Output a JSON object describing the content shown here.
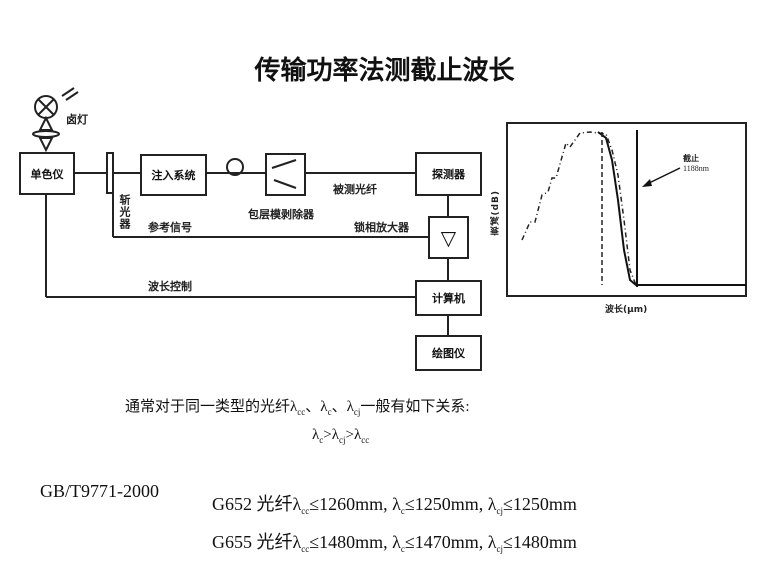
{
  "title": "传输功率法测截止波长",
  "diagram": {
    "lamp": "卤灯",
    "monochromator": "单色仪",
    "chopper": "斩光器",
    "injection": "注入系统",
    "stripper": "包层模剥除器",
    "fiber_under_test": "被测光纤",
    "detector": "探测器",
    "reference": "参考信号",
    "lockin": "锁相放大器",
    "wavelength_control": "波长控制",
    "computer": "计算机",
    "plotter": "绘图仪"
  },
  "chart_data": {
    "type": "line",
    "ylabel": "衰减(dB)",
    "xlabel": "波长(μm)",
    "annotation": {
      "label": "截止",
      "value": "1188nm"
    },
    "series": [
      {
        "name": "dashed-curve",
        "style": "dash-dot"
      },
      {
        "name": "solid-curve",
        "style": "solid"
      }
    ]
  },
  "text": {
    "line1_prefix": "通常对于同一类型的光纤λ",
    "sub_cc": "cc",
    "sep1": "、λ",
    "sub_c": "c",
    "sep2": "、λ",
    "sub_cj": "cj",
    "line1_suffix": "一般有如下关系:",
    "rel_l1": "λ",
    "rel_gt1": ">λ",
    "rel_gt2": ">λ",
    "standard": "GB/T9771-2000",
    "g652": {
      "fiber": "G652 光纤λ",
      "cc": "≤1260mm, λ",
      "c": "≤1250mm, λ",
      "cj": "≤1250mm"
    },
    "g655": {
      "fiber": "G655 光纤λ",
      "cc": "≤1480mm, λ",
      "c": "≤1470mm, λ",
      "cj": "≤1480mm"
    }
  }
}
